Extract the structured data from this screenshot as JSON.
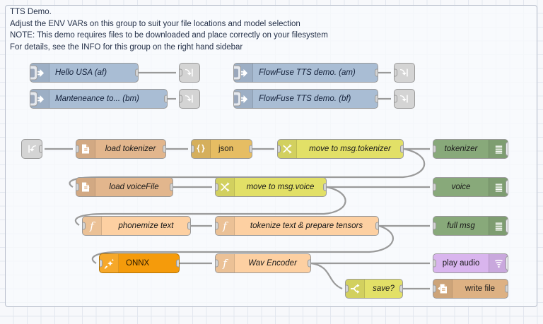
{
  "editor": {
    "app": "node-red-flow-editor",
    "canvas_background": "#f7f8fb",
    "grid_color": "#e3e7ef"
  },
  "group": {
    "name": "tts-demo-group",
    "note_lines": [
      "TTS Demo.",
      "Adjust the ENV VARs on this group to suit your file locations and model selection",
      "NOTE: This demo requires files to be downloaded and place correctly on your filesystem",
      "For details, see the INFO for this group on the right hand sidebar"
    ],
    "note_text": "TTS Demo.\nAdjust the ENV VARs on this group to suit your file locations and model selection\nNOTE: This demo requires files to be downloaded and place correctly on your filesystem\nFor details, see the INFO for this group on the right hand sidebar"
  },
  "palette": {
    "inject": "#a9bdd4",
    "link": "#d4d4d4",
    "file_in": "#e2b68d",
    "file_out": "#ddb183",
    "json": "#e6bd63",
    "change": "#e2e067",
    "switch": "#e2e067",
    "function": "#fdd0a2",
    "debug": "#88a97a",
    "onnx": "#f59b0b",
    "audio": "#d9b5ee",
    "wire": "#9a9a9a"
  },
  "nodes": [
    {
      "id": "inject-hello-usa",
      "label": "Hello USA (af)",
      "type": "inject",
      "icon": "inject-arrow-icon"
    },
    {
      "id": "inject-maintenance",
      "label": "Manteneance to... (bm)",
      "type": "inject",
      "icon": "inject-arrow-icon"
    },
    {
      "id": "inject-ffuse-am",
      "label": "FlowFuse TTS demo. (am)",
      "type": "inject",
      "icon": "inject-arrow-icon"
    },
    {
      "id": "inject-ffuse-bf",
      "label": "FlowFuse TTS demo. (bf)",
      "type": "inject",
      "icon": "inject-arrow-icon"
    },
    {
      "id": "link-out-1",
      "label": "",
      "type": "link-out",
      "icon": "link-out-icon"
    },
    {
      "id": "link-out-2",
      "label": "",
      "type": "link-out",
      "icon": "link-out-icon"
    },
    {
      "id": "link-out-3",
      "label": "",
      "type": "link-out",
      "icon": "link-out-icon"
    },
    {
      "id": "link-out-4",
      "label": "",
      "type": "link-out",
      "icon": "link-out-icon"
    },
    {
      "id": "link-in-1",
      "label": "",
      "type": "link-in",
      "icon": "link-in-icon"
    },
    {
      "id": "load-tokenizer",
      "label": "load tokenizer",
      "type": "file-in",
      "icon": "file-read-icon"
    },
    {
      "id": "json-node",
      "label": "json",
      "type": "json",
      "icon": "braces-icon"
    },
    {
      "id": "move-to-tokenizer",
      "label": "move to msg.tokenizer",
      "type": "change",
      "icon": "swap-icon"
    },
    {
      "id": "debug-tokenizer",
      "label": "tokenizer",
      "type": "debug",
      "icon": "debug-bars-icon"
    },
    {
      "id": "load-voicefile",
      "label": "load voiceFile",
      "type": "file-in",
      "icon": "file-read-icon"
    },
    {
      "id": "move-to-voice",
      "label": "move to msg.voice",
      "type": "change",
      "icon": "swap-icon"
    },
    {
      "id": "debug-voice",
      "label": "voice",
      "type": "debug",
      "icon": "debug-bars-icon"
    },
    {
      "id": "phonemize-text",
      "label": "phonemize text",
      "type": "function",
      "icon": "function-f-icon"
    },
    {
      "id": "tokenize-prepare",
      "label": "tokenize text & prepare tensors",
      "type": "function",
      "icon": "function-f-icon"
    },
    {
      "id": "debug-full-msg",
      "label": "full msg",
      "type": "debug",
      "icon": "debug-bars-icon"
    },
    {
      "id": "onnx",
      "label": "ONNX",
      "type": "onnx",
      "icon": "magic-wand-icon"
    },
    {
      "id": "wav-encoder",
      "label": "Wav Encoder",
      "type": "function",
      "icon": "function-f-icon"
    },
    {
      "id": "play-audio",
      "label": "play audio",
      "type": "audio",
      "icon": "speaker-wave-icon"
    },
    {
      "id": "save-switch",
      "label": "save?",
      "type": "switch",
      "icon": "switch-branch-icon"
    },
    {
      "id": "write-file",
      "label": "write file",
      "type": "file-out",
      "icon": "file-write-icon"
    }
  ]
}
